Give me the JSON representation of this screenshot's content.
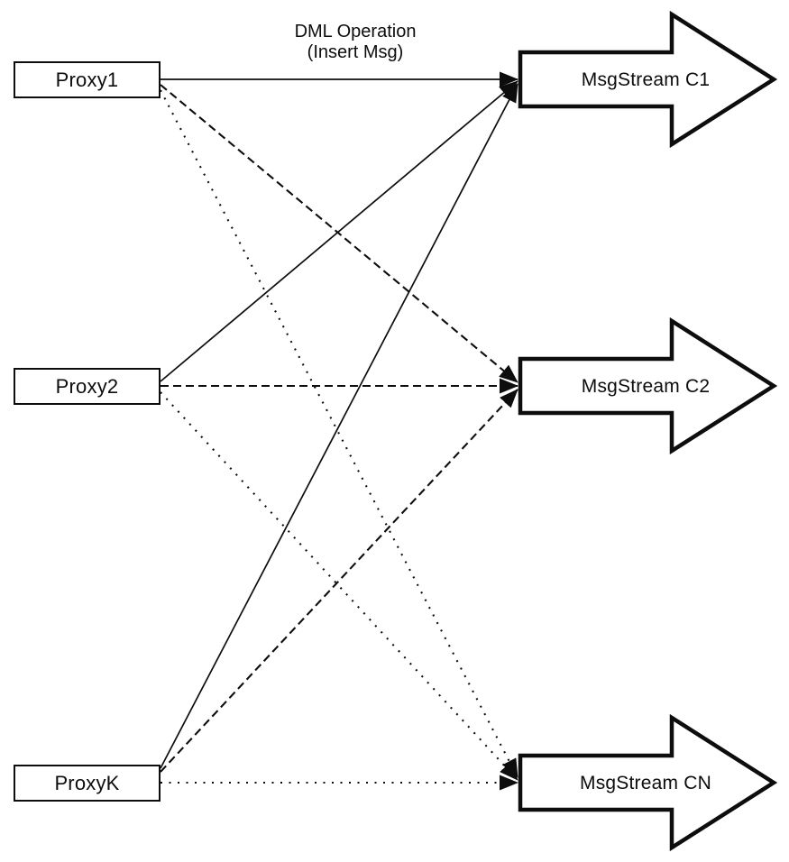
{
  "diagram": {
    "edge_label": {
      "line1": "DML Operation",
      "line2": "(Insert Msg)"
    },
    "proxies": [
      {
        "label": "Proxy1"
      },
      {
        "label": "Proxy2"
      },
      {
        "label": "ProxyK"
      }
    ],
    "streams": [
      {
        "label": "MsgStream C1"
      },
      {
        "label": "MsgStream C2"
      },
      {
        "label": "MsgStream CN"
      }
    ],
    "connections": [
      {
        "from": "Proxy1",
        "to": "MsgStream C1",
        "style": "solid",
        "label": "DML Operation (Insert Msg)"
      },
      {
        "from": "Proxy2",
        "to": "MsgStream C1",
        "style": "solid"
      },
      {
        "from": "ProxyK",
        "to": "MsgStream C1",
        "style": "solid"
      },
      {
        "from": "Proxy1",
        "to": "MsgStream C2",
        "style": "dashed"
      },
      {
        "from": "Proxy2",
        "to": "MsgStream C2",
        "style": "dashed"
      },
      {
        "from": "ProxyK",
        "to": "MsgStream C2",
        "style": "dashed"
      },
      {
        "from": "Proxy1",
        "to": "MsgStream CN",
        "style": "dotted"
      },
      {
        "from": "Proxy2",
        "to": "MsgStream CN",
        "style": "dotted"
      },
      {
        "from": "ProxyK",
        "to": "MsgStream CN",
        "style": "dotted"
      }
    ],
    "colors": {
      "ink": "#0d0d0d",
      "background": "#ffffff"
    }
  }
}
